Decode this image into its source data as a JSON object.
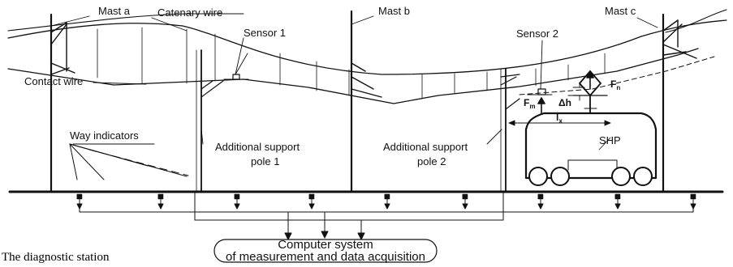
{
  "labels": {
    "mast_a": "Mast a",
    "mast_b": "Mast b",
    "mast_c": "Mast c",
    "catenary_wire": "Catenary wire",
    "contact_wire": "Contact wire",
    "sensor_1": "Sensor 1",
    "sensor_2": "Sensor 2",
    "way_indicators": "Way indicators",
    "additional_support_1_line1": "Additional support",
    "additional_support_1_line2": "pole 1",
    "additional_support_2_line1": "Additional support",
    "additional_support_2_line2": "pole 2",
    "shp": "SHP",
    "f_m": "F",
    "f_m_sub": "m",
    "f_n": "F",
    "f_n_sub": "n",
    "delta_h": "Δh",
    "l_x": "l",
    "l_x_sub": "x",
    "computer_system_line1": "Computer system",
    "computer_system_line2": "of measurement and data acquisition"
  },
  "caption": "The diagnostic station"
}
